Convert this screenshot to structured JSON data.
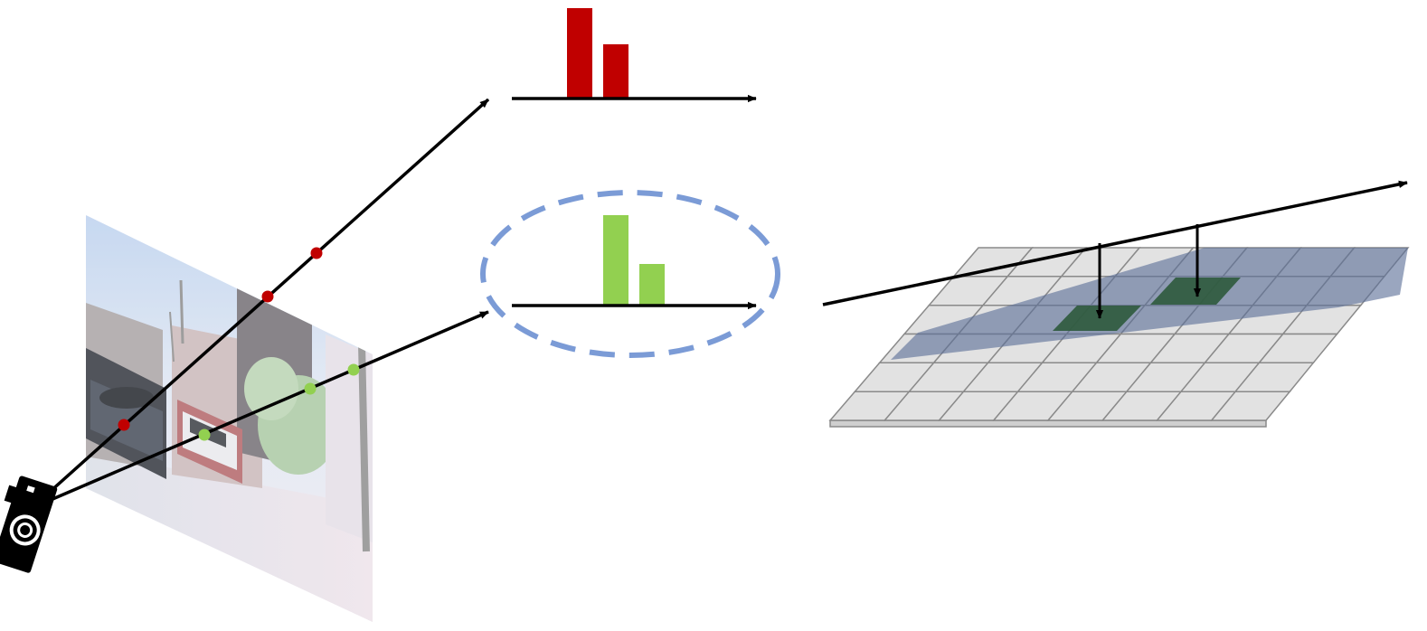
{
  "diagram": {
    "ray_color": "#000000",
    "camera_color": "#000000",
    "top_ray": {
      "point_color": "#c00000",
      "bar_values": [
        1.0,
        0.6
      ],
      "bar_color": "#c00000"
    },
    "bottom_ray": {
      "point_color": "#92d050",
      "bar_values": [
        1.0,
        0.46
      ],
      "bar_color": "#92d050",
      "highlighted": true,
      "highlight_color": "#7b9bd6"
    },
    "bev_grid": {
      "rows": 6,
      "cols": 8,
      "cell_fill": "#e2e2e2",
      "cell_line": "#8a8a8a",
      "band_color": "#5c6f97",
      "hit_cell_color": "#2e5a3c"
    }
  }
}
